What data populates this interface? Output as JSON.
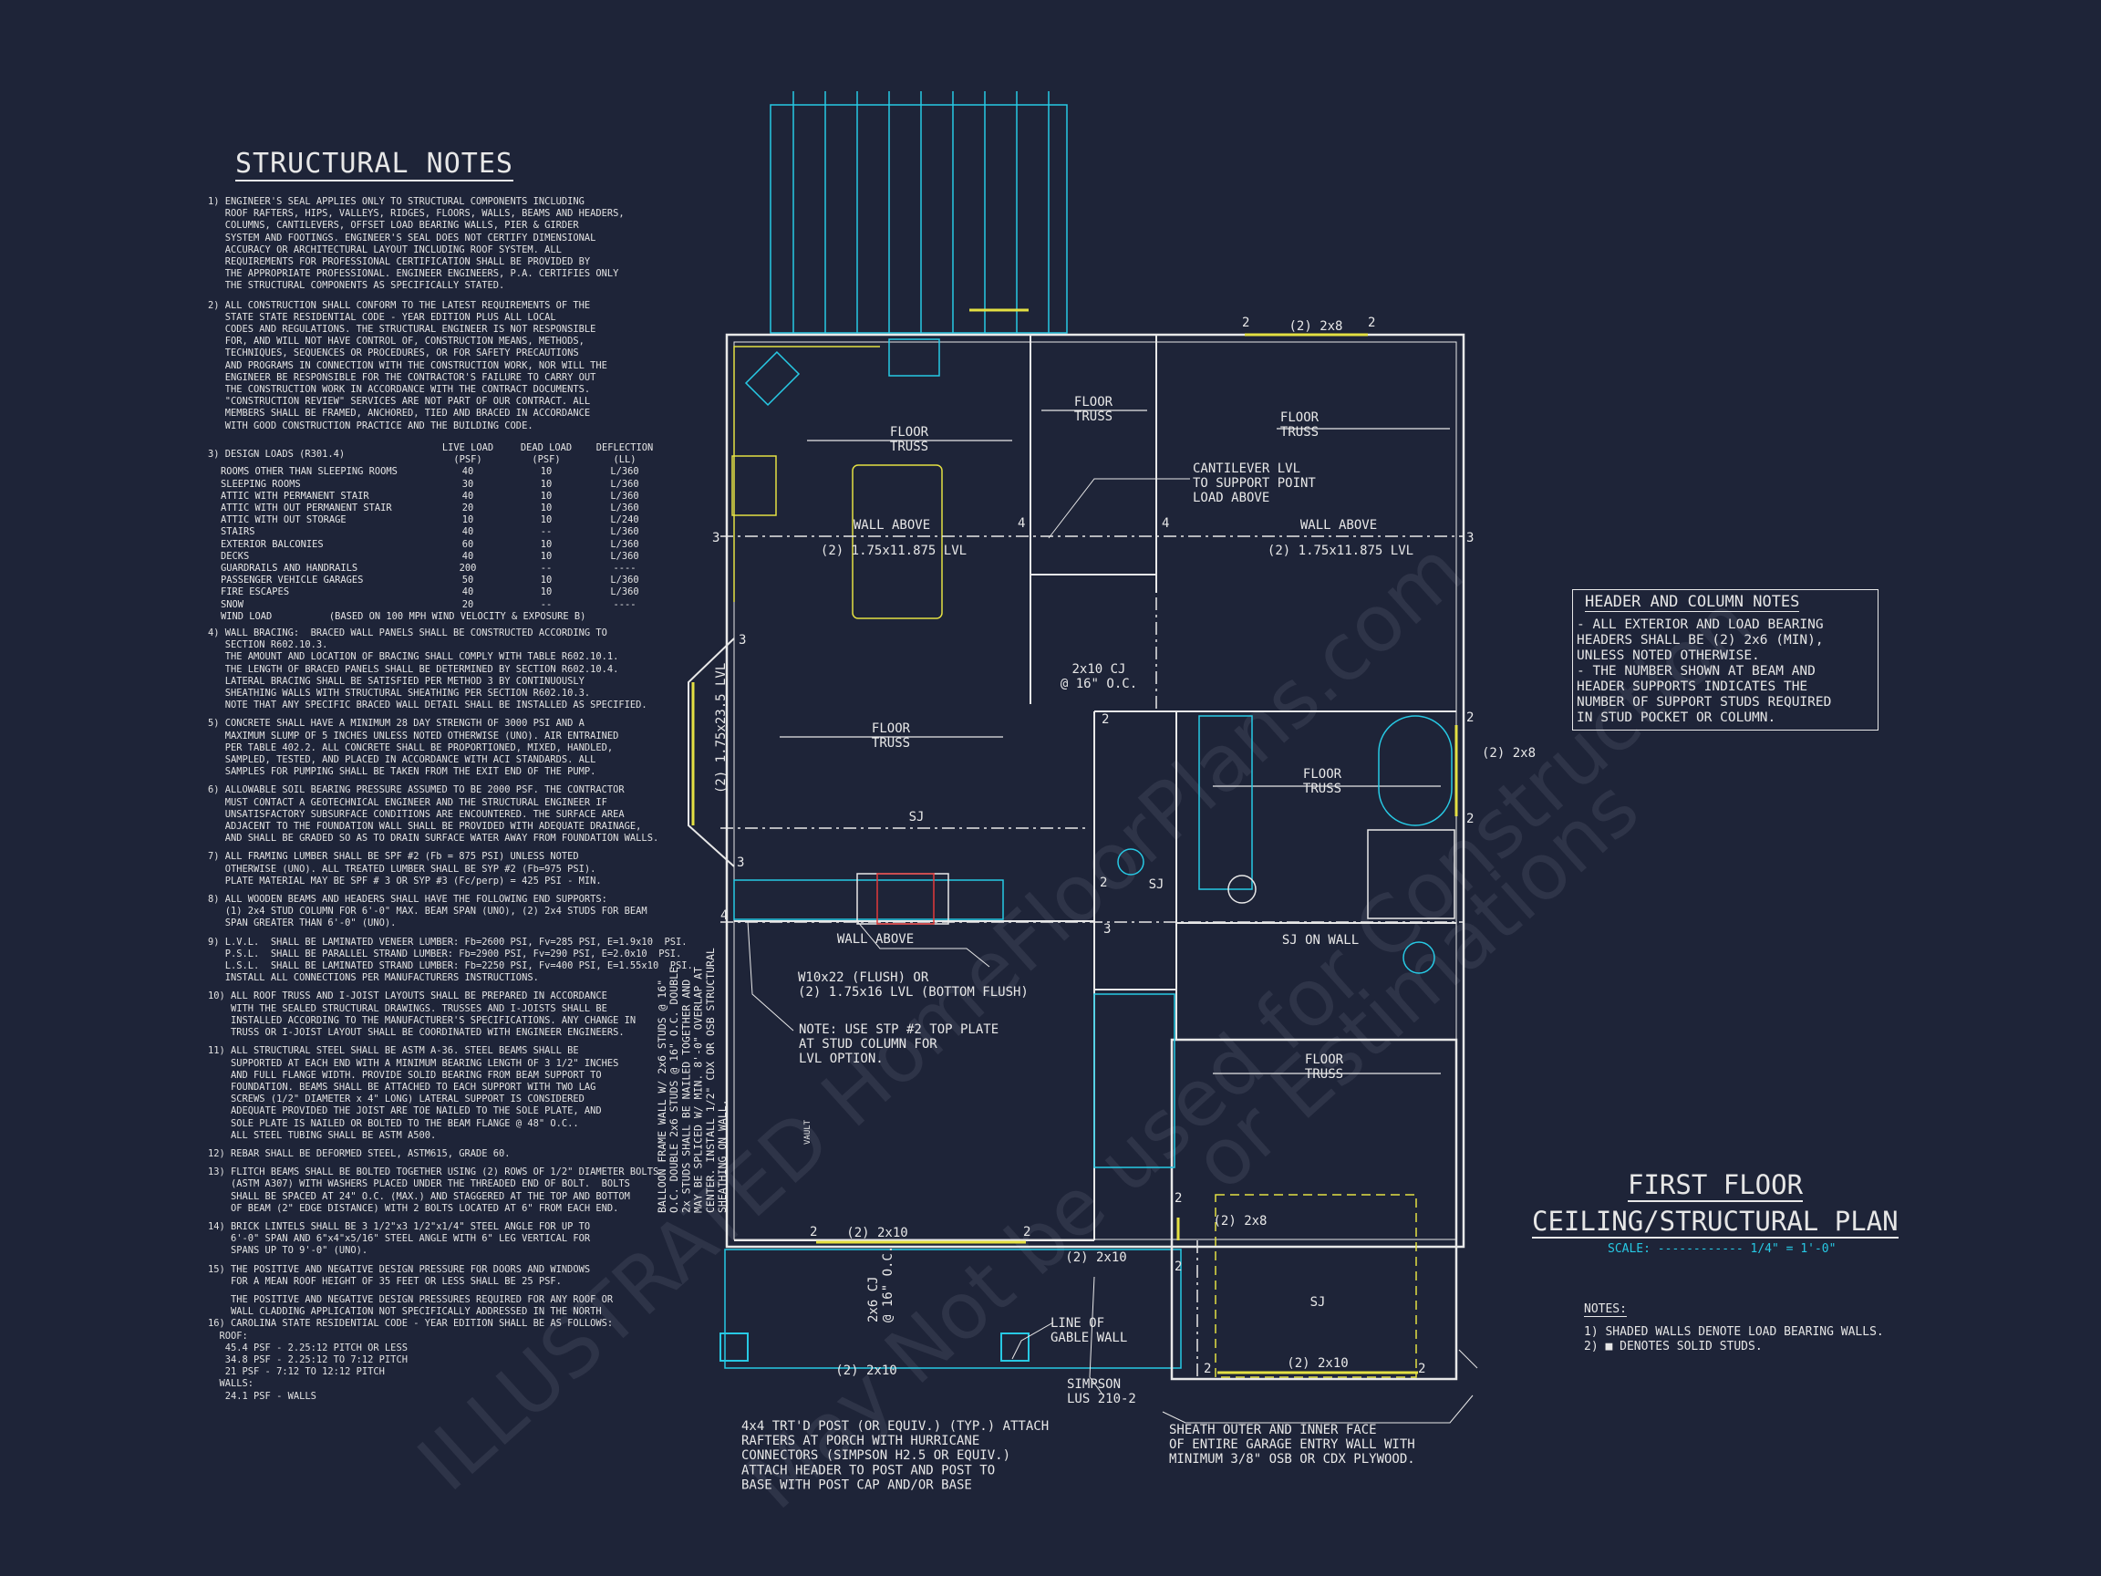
{
  "structural_notes": {
    "title": "STRUCTURAL NOTES",
    "items": [
      "1) ENGINEER'S SEAL APPLIES ONLY TO STRUCTURAL COMPONENTS INCLUDING\n   ROOF RAFTERS, HIPS, VALLEYS, RIDGES, FLOORS, WALLS, BEAMS AND HEADERS,\n   COLUMNS, CANTILEVERS, OFFSET LOAD BEARING WALLS, PIER & GIRDER\n   SYSTEM AND FOOTINGS. ENGINEER'S SEAL DOES NOT CERTIFY DIMENSIONAL\n   ACCURACY OR ARCHITECTURAL LAYOUT INCLUDING ROOF SYSTEM. ALL\n   REQUIREMENTS FOR PROFESSIONAL CERTIFICATION SHALL BE PROVIDED BY\n   THE APPROPRIATE PROFESSIONAL. ENGINEER ENGINEERS, P.A. CERTIFIES ONLY\n   THE STRUCTURAL COMPONENTS AS SPECIFICALLY STATED.",
      "2) ALL CONSTRUCTION SHALL CONFORM TO THE LATEST REQUIREMENTS OF THE\n   STATE STATE RESIDENTIAL CODE - YEAR EDITION PLUS ALL LOCAL\n   CODES AND REGULATIONS. THE STRUCTURAL ENGINEER IS NOT RESPONSIBLE\n   FOR, AND WILL NOT HAVE CONTROL OF, CONSTRUCTION MEANS, METHODS,\n   TECHNIQUES, SEQUENCES OR PROCEDURES, OR FOR SAFETY PRECAUTIONS\n   AND PROGRAMS IN CONNECTION WITH THE CONSTRUCTION WORK, NOR WILL THE\n   ENGINEER BE RESPONSIBLE FOR THE CONTRACTOR'S FAILURE TO CARRY OUT\n   THE CONSTRUCTION WORK IN ACCORDANCE WITH THE CONTRACT DOCUMENTS.\n   \"CONSTRUCTION REVIEW\" SERVICES ARE NOT PART OF OUR CONTRACT. ALL\n   MEMBERS SHALL BE FRAMED, ANCHORED, TIED AND BRACED IN ACCORDANCE\n   WITH GOOD CONSTRUCTION PRACTICE AND THE BUILDING CODE."
    ],
    "design_loads": {
      "heading": "3) DESIGN LOADS (R301.4)",
      "col_headers": [
        "LIVE LOAD\n(PSF)",
        "DEAD LOAD\n(PSF)",
        "DEFLECTION\n(LL)"
      ],
      "rows": [
        [
          "ROOMS OTHER THAN SLEEPING ROOMS",
          "40",
          "10",
          "L/360"
        ],
        [
          "SLEEPING ROOMS",
          "30",
          "10",
          "L/360"
        ],
        [
          "ATTIC WITH PERMANENT STAIR",
          "40",
          "10",
          "L/360"
        ],
        [
          "ATTIC WITH OUT PERMANENT STAIR",
          "20",
          "10",
          "L/360"
        ],
        [
          "ATTIC WITH OUT STORAGE",
          "10",
          "10",
          "L/240"
        ],
        [
          "STAIRS",
          "40",
          "--",
          "L/360"
        ],
        [
          "EXTERIOR BALCONIES",
          "60",
          "10",
          "L/360"
        ],
        [
          "DECKS",
          "40",
          "10",
          "L/360"
        ],
        [
          "GUARDRAILS AND HANDRAILS",
          "200",
          "--",
          "----"
        ],
        [
          "PASSENGER VEHICLE GARAGES",
          "50",
          "10",
          "L/360"
        ],
        [
          "FIRE ESCAPES",
          "40",
          "10",
          "L/360"
        ],
        [
          "SNOW",
          "20",
          "--",
          "----"
        ]
      ],
      "wind": "WIND LOAD          (BASED ON 100 MPH WIND VELOCITY & EXPOSURE B)"
    },
    "items2": [
      "4) WALL BRACING:  BRACED WALL PANELS SHALL BE CONSTRUCTED ACCORDING TO\n   SECTION R602.10.3.\n   THE AMOUNT AND LOCATION OF BRACING SHALL COMPLY WITH TABLE R602.10.1.\n   THE LENGTH OF BRACED PANELS SHALL BE DETERMINED BY SECTION R602.10.4.\n   LATERAL BRACING SHALL BE SATISFIED PER METHOD 3 BY CONTINUOUSLY\n   SHEATHING WALLS WITH STRUCTURAL SHEATHING PER SECTION R602.10.3.\n   NOTE THAT ANY SPECIFIC BRACED WALL DETAIL SHALL BE INSTALLED AS SPECIFIED.",
      "5) CONCRETE SHALL HAVE A MINIMUM 28 DAY STRENGTH OF 3000 PSI AND A\n   MAXIMUM SLUMP OF 5 INCHES UNLESS NOTED OTHERWISE (UNO). AIR ENTRAINED\n   PER TABLE 402.2. ALL CONCRETE SHALL BE PROPORTIONED, MIXED, HANDLED,\n   SAMPLED, TESTED, AND PLACED IN ACCORDANCE WITH ACI STANDARDS. ALL\n   SAMPLES FOR PUMPING SHALL BE TAKEN FROM THE EXIT END OF THE PUMP.",
      "6) ALLOWABLE SOIL BEARING PRESSURE ASSUMED TO BE 2000 PSF. THE CONTRACTOR\n   MUST CONTACT A GEOTECHNICAL ENGINEER AND THE STRUCTURAL ENGINEER IF\n   UNSATISFACTORY SUBSURFACE CONDITIONS ARE ENCOUNTERED. THE SURFACE AREA\n   ADJACENT TO THE FOUNDATION WALL SHALL BE PROVIDED WITH ADEQUATE DRAINAGE,\n   AND SHALL BE GRADED SO AS TO DRAIN SURFACE WATER AWAY FROM FOUNDATION WALLS.",
      "7) ALL FRAMING LUMBER SHALL BE SPF #2 (Fb = 875 PSI) UNLESS NOTED\n   OTHERWISE (UNO). ALL TREATED LUMBER SHALL BE SYP #2 (Fb=975 PSI).\n   PLATE MATERIAL MAY BE SPF # 3 OR SYP #3 (Fc/perp) = 425 PSI - MIN.",
      "8) ALL WOODEN BEAMS AND HEADERS SHALL HAVE THE FOLLOWING END SUPPORTS:\n   (1) 2x4 STUD COLUMN FOR 6'-0\" MAX. BEAM SPAN (UNO), (2) 2x4 STUDS FOR BEAM\n   SPAN GREATER THAN 6'-0\" (UNO).",
      "9) L.V.L.  SHALL BE LAMINATED VENEER LUMBER: Fb=2600 PSI, Fv=285 PSI, E=1.9x10  PSI.\n   P.S.L.  SHALL BE PARALLEL STRAND LUMBER: Fb=2900 PSI, Fv=290 PSI, E=2.0x10  PSI.\n   L.S.L.  SHALL BE LAMINATED STRAND LUMBER: Fb=2250 PSI, Fv=400 PSI, E=1.55x10  PSI.\n   INSTALL ALL CONNECTIONS PER MANUFACTURERS INSTRUCTIONS.",
      "10) ALL ROOF TRUSS AND I-JOIST LAYOUTS SHALL BE PREPARED IN ACCORDANCE\n    WITH THE SEALED STRUCTURAL DRAWINGS. TRUSSES AND I-JOISTS SHALL BE\n    INSTALLED ACCORDING TO THE MANUFACTURER'S SPECIFICATIONS. ANY CHANGE IN\n    TRUSS OR I-JOIST LAYOUT SHALL BE COORDINATED WITH ENGINEER ENGINEERS.",
      "11) ALL STRUCTURAL STEEL SHALL BE ASTM A-36. STEEL BEAMS SHALL BE\n    SUPPORTED AT EACH END WITH A MINIMUM BEARING LENGTH OF 3 1/2\" INCHES\n    AND FULL FLANGE WIDTH. PROVIDE SOLID BEARING FROM BEAM SUPPORT TO\n    FOUNDATION. BEAMS SHALL BE ATTACHED TO EACH SUPPORT WITH TWO LAG\n    SCREWS (1/2\" DIAMETER x 4\" LONG) LATERAL SUPPORT IS CONSIDERED\n    ADEQUATE PROVIDED THE JOIST ARE TOE NAILED TO THE SOLE PLATE, AND\n    SOLE PLATE IS NAILED OR BOLTED TO THE BEAM FLANGE @ 48\" O.C..\n    ALL STEEL TUBING SHALL BE ASTM A500.",
      "12) REBAR SHALL BE DEFORMED STEEL, ASTM615, GRADE 60.",
      "13) FLITCH BEAMS SHALL BE BOLTED TOGETHER USING (2) ROWS OF 1/2\" DIAMETER BOLTS\n    (ASTM A307) WITH WASHERS PLACED UNDER THE THREADED END OF BOLT.  BOLTS\n    SHALL BE SPACED AT 24\" O.C. (MAX.) AND STAGGERED AT THE TOP AND BOTTOM\n    OF BEAM (2\" EDGE DISTANCE) WITH 2 BOLTS LOCATED AT 6\" FROM EACH END.",
      "14) BRICK LINTELS SHALL BE 3 1/2\"x3 1/2\"x1/4\" STEEL ANGLE FOR UP TO\n    6'-0\" SPAN AND 6\"x4\"x5/16\" STEEL ANGLE WITH 6\" LEG VERTICAL FOR\n    SPANS UP TO 9'-0\" (UNO).",
      "15) THE POSITIVE AND NEGATIVE DESIGN PRESSURE FOR DOORS AND WINDOWS\n    FOR A MEAN ROOF HEIGHT OF 35 FEET OR LESS SHALL BE 25 PSF.",
      "    THE POSITIVE AND NEGATIVE DESIGN PRESSURES REQUIRED FOR ANY ROOF OR\n    WALL CLADDING APPLICATION NOT SPECIFICALLY ADDRESSED IN THE NORTH\n16) CAROLINA STATE RESIDENTIAL CODE - YEAR EDITION SHALL BE AS FOLLOWS:\n  ROOF:\n   45.4 PSF - 2.25:12 PITCH OR LESS\n   34.8 PSF - 2.25:12 TO 7:12 PITCH\n   21 PSF - 7:12 TO 12:12 PITCH\n  WALLS:\n   24.1 PSF - WALLS"
    ]
  },
  "header_notes": {
    "title": "HEADER AND COLUMN NOTES",
    "lines": "- ALL EXTERIOR AND LOAD BEARING\nHEADERS SHALL BE (2) 2x6 (MIN),\nUNLESS NOTED OTHERWISE.\n- THE NUMBER SHOWN AT BEAM AND\nHEADER SUPPORTS INDICATES THE\nNUMBER OF SUPPORT STUDS REQUIRED\nIN STUD POCKET OR COLUMN."
  },
  "plan_title": {
    "line1": "FIRST FLOOR",
    "line2": "CEILING/STRUCTURAL PLAN",
    "scale": "SCALE: ------------ 1/4\" = 1'-0\""
  },
  "plan_notes": {
    "title": "NOTES:",
    "lines": "1) SHADED WALLS DENOTE LOAD BEARING WALLS.\n2) ■ DENOTES SOLID STUDS."
  },
  "plan_labels": {
    "floor_truss": "FLOOR\nTRUSS",
    "wall_above": "WALL ABOVE",
    "lvl_1": "(2) 1.75x11.875 LVL",
    "lvl_side": "(2) 1.75x23.5 LVL",
    "cantilever": "CANTILEVER LVL\nTO SUPPORT POINT\nLOAD ABOVE",
    "cj_2x10": "2x10 CJ\n@ 16\" O.C.",
    "sj": "SJ",
    "sj_on_wall": "SJ ON WALL",
    "beam": "W10x22 (FLUSH) OR\n(2) 1.75x16 LVL (BOTTOM FLUSH)",
    "stp_note": "NOTE: USE STP #2 TOP PLATE\nAT STUD COLUMN FOR\nLVL OPTION.",
    "balloon": "BALLOON FRAME WALL W/ 2x6 STUDS @ 16\"\nO.C. DOUBLE 2x6 STUDS @ 16\" O.C. DOUBLE\n2x STUDS SHALL BE NAILED TOGETHER AND\nMAY BE SPLICED W/ MIN. 8'-0\" OVERLAP AT\nCENTER. INSTALL 1/2\" CDX OR OSB STRUCTURAL\nSHEATHING ON WALL.",
    "h2x8": "(2) 2x8",
    "h2x10": "(2) 2x10",
    "cj_2x6": "2x6 CJ\n@ 16\" O.C.",
    "gable": "LINE OF\nGABLE WALL",
    "simpson": "SIMPSON\nLUS 210-2",
    "post_note": "4x4 TRT'D POST (OR EQUIV.) (TYP.) ATTACH\nRAFTERS AT PORCH WITH HURRICANE\nCONNECTORS (SIMPSON H2.5 OR EQUIV.)\nATTACH HEADER TO POST AND POST TO\nBASE WITH POST CAP AND/OR BASE",
    "sheath_note": "SHEATH OUTER AND INNER FACE\nOF ENTIRE GARAGE ENTRY WALL WITH\nMINIMUM 3/8\" OSB OR CDX PLYWOOD.",
    "vault": "VAULT",
    "n2": "2",
    "n3": "3",
    "n4": "4"
  },
  "watermark": {
    "line1": "ILLUSTRATED HomeFloorPlans.com",
    "line2": "May Not be used for Construction",
    "line3": "or Estimations"
  },
  "colors": {
    "background": "#1e2438",
    "line": "#e8e8e8",
    "accent_yellow": "#e4e042",
    "accent_cyan": "#27c9e4",
    "accent_red": "#e23a3a"
  }
}
